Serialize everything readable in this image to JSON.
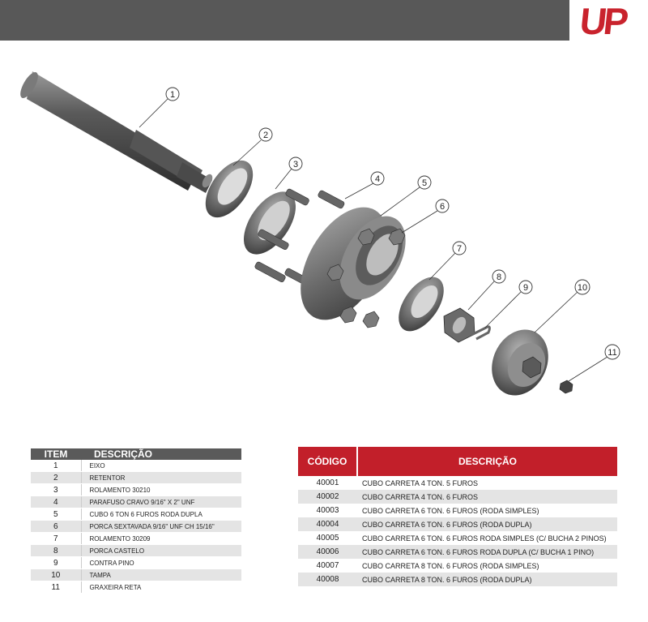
{
  "brand": {
    "logo_text": "UP",
    "logo_color": "#c9232d",
    "bar_color": "#585858"
  },
  "diagram": {
    "callouts": [
      "1",
      "2",
      "3",
      "4",
      "5",
      "6",
      "7",
      "8",
      "9",
      "10",
      "11"
    ]
  },
  "items_table": {
    "header_item": "ITEM",
    "header_desc": "DESCRIÇÃO",
    "rows": [
      {
        "item": "1",
        "desc": "EIXO"
      },
      {
        "item": "2",
        "desc": "RETENTOR"
      },
      {
        "item": "3",
        "desc": "ROLAMENTO 30210"
      },
      {
        "item": "4",
        "desc": "PARAFUSO CRAVO 9/16\" X 2\" UNF"
      },
      {
        "item": "5",
        "desc": "CUBO 6 TON 6 FUROS RODA DUPLA"
      },
      {
        "item": "6",
        "desc": "PORCA SEXTAVADA 9/16\" UNF CH 15/16\""
      },
      {
        "item": "7",
        "desc": "ROLAMENTO 30209"
      },
      {
        "item": "8",
        "desc": "PORCA CASTELO"
      },
      {
        "item": "9",
        "desc": "CONTRA PINO"
      },
      {
        "item": "10",
        "desc": "TAMPA"
      },
      {
        "item": "11",
        "desc": "GRAXEIRA RETA"
      }
    ]
  },
  "codes_table": {
    "header_code": "CÓDIGO",
    "header_desc": "DESCRIÇÃO",
    "accent": "#c21f2a",
    "rows": [
      {
        "code": "40001",
        "desc": "CUBO CARRETA 4 TON. 5 FUROS"
      },
      {
        "code": "40002",
        "desc": "CUBO CARRETA 4 TON. 6 FUROS"
      },
      {
        "code": "40003",
        "desc": "CUBO CARRETA 6 TON. 6 FUROS (RODA SIMPLES)"
      },
      {
        "code": "40004",
        "desc": "CUBO CARRETA 6 TON. 6 FUROS (RODA DUPLA)"
      },
      {
        "code": "40005",
        "desc": "CUBO CARRETA 6 TON. 6 FUROS RODA SIMPLES (C/ BUCHA 2 PINOS)"
      },
      {
        "code": "40006",
        "desc": "CUBO CARRETA 6 TON. 6 FUROS RODA DUPLA (C/ BUCHA 1 PINO)"
      },
      {
        "code": "40007",
        "desc": "CUBO CARRETA 8 TON. 6 FUROS (RODA SIMPLES)"
      },
      {
        "code": "40008",
        "desc": "CUBO CARRETA 8 TON. 6 FUROS (RODA DUPLA)"
      }
    ]
  }
}
